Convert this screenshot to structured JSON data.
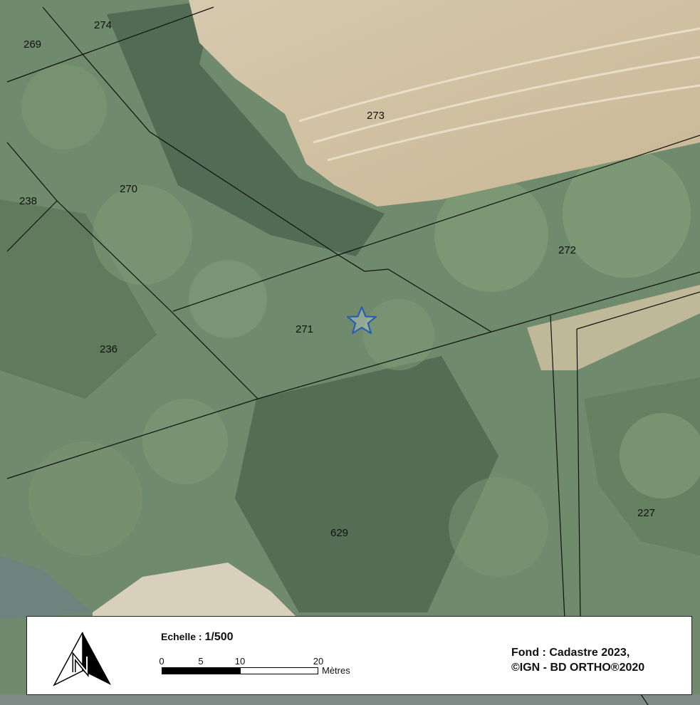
{
  "map": {
    "parcels": [
      {
        "id": "p274",
        "label": "274"
      },
      {
        "id": "p269",
        "label": "269"
      },
      {
        "id": "p273",
        "label": "273"
      },
      {
        "id": "p270",
        "label": "270"
      },
      {
        "id": "p238",
        "label": "238"
      },
      {
        "id": "p272",
        "label": "272"
      },
      {
        "id": "p271",
        "label": "271"
      },
      {
        "id": "p236",
        "label": "236"
      },
      {
        "id": "p227",
        "label": "227"
      },
      {
        "id": "p629",
        "label": "629"
      }
    ],
    "marker_icon": "star-icon",
    "marker_color": "#2a5db0",
    "boundary_color": "#111111"
  },
  "legend": {
    "scale_label": "Echelle : ",
    "scale_value": "1/500",
    "ticks": [
      "0",
      "5",
      "10",
      "20"
    ],
    "units": "Mètres",
    "credit_line1": "Fond : Cadastre 2023,",
    "credit_line2": "©IGN - BD ORTHO®2020",
    "north_icon": "north-arrow-icon"
  }
}
